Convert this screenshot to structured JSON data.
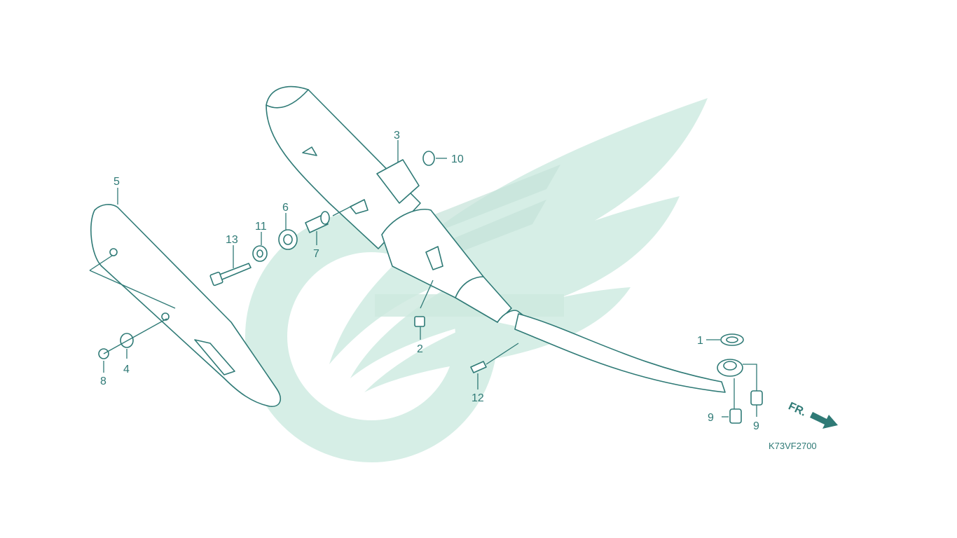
{
  "diagram": {
    "code": "K73VF2700",
    "direction_label": "FR.",
    "callouts": [
      {
        "id": "c1",
        "text": "1"
      },
      {
        "id": "c2",
        "text": "2"
      },
      {
        "id": "c3",
        "text": "3"
      },
      {
        "id": "c4",
        "text": "4"
      },
      {
        "id": "c5",
        "text": "5"
      },
      {
        "id": "c6",
        "text": "6"
      },
      {
        "id": "c7",
        "text": "7"
      },
      {
        "id": "c8",
        "text": "8"
      },
      {
        "id": "c9a",
        "text": "9"
      },
      {
        "id": "c9b",
        "text": "9"
      },
      {
        "id": "c10",
        "text": "10"
      },
      {
        "id": "c11",
        "text": "11"
      },
      {
        "id": "c12",
        "text": "12"
      },
      {
        "id": "c13",
        "text": "13"
      }
    ]
  },
  "colors": {
    "line": "#2f7a76",
    "watermark": "#d6eee6"
  }
}
